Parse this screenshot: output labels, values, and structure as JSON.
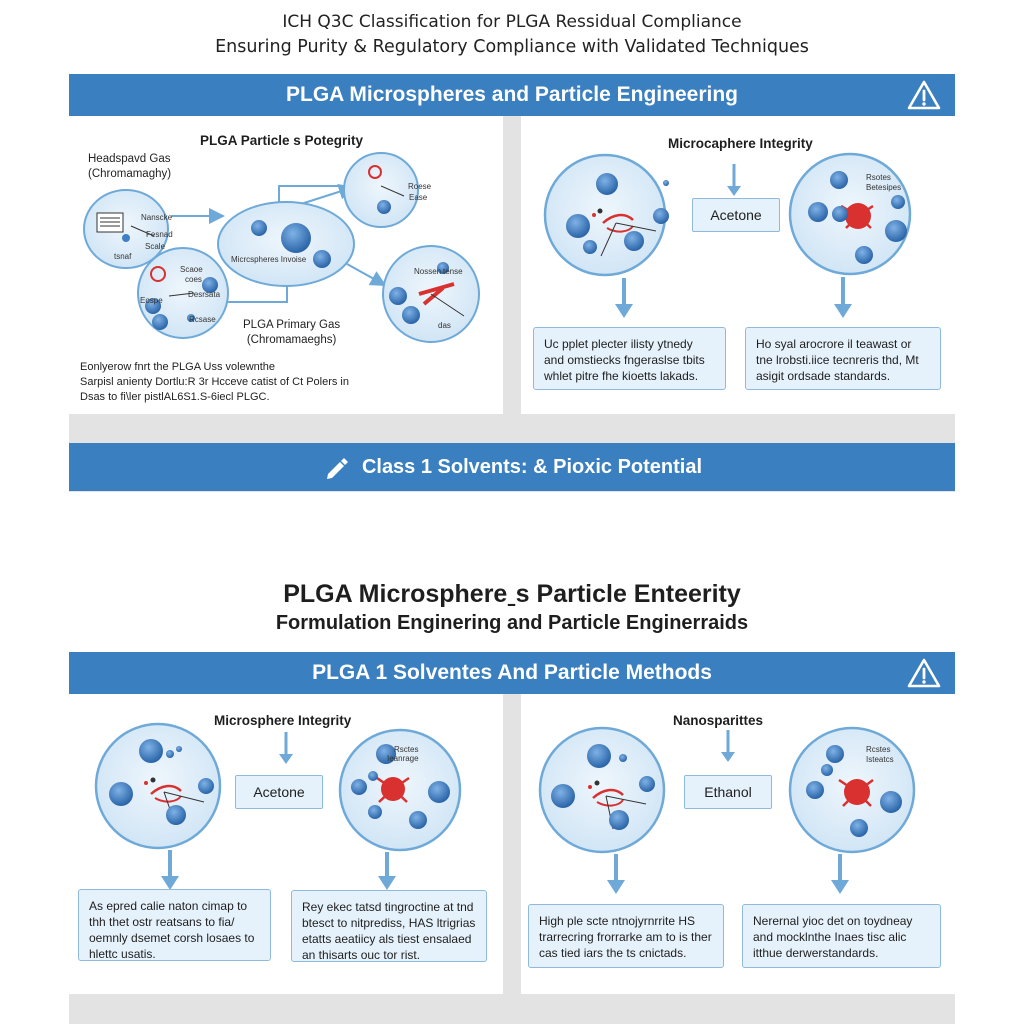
{
  "header": {
    "title": "ICH Q3C Classification for PLGA Ressidual Compliance",
    "subtitle": "Ensuring Purity & Regulatory Compliance with Validated Techniques"
  },
  "banner1": {
    "label": "PLGA Microspheres and Particle Engineering"
  },
  "panel1": {
    "heading": "PLGA Particle  s Potegrity",
    "left_label": "Headspavd Gas\n(Chromamaghy)",
    "center_label": "Micrcspheres Invoise",
    "bottom_label": "PLGA Primary Gas\n(Chromamaeghs)",
    "node_left": [
      "Nanscke",
      "Fesnad",
      "Scale",
      "tsnaf"
    ],
    "node_lower": [
      "Scaoe",
      "coes",
      "Eospe",
      "Desrsata",
      "Rcsase"
    ],
    "node_top": [
      "Roese",
      "Ease"
    ],
    "node_right": [
      "Nossen",
      "tense",
      "das"
    ],
    "footnote": "Eonlyerow fnrt the PLGA Uss volewnthe\nSarpisl anienty Dortlu:R 3r Hcceve catist of Ct Polers in\nDsas to fi\\ler pistlAL6S1.S-6iecl PLGC."
  },
  "panel2": {
    "heading": "Microcaphere Integrity",
    "center_box": "Acetone",
    "node_right": [
      "Rsotes",
      "Betesipes"
    ],
    "box_left": "Uc pplet plecter ilisty ytnedy and omstiecks fngeraslse tbits whlet pitre fhe kioetts lakads.",
    "box_right": "Ho syal arocrore il teawast or tne lrobsti.iice tecnreris thd, Mt asigit ordsade standards."
  },
  "banner2": {
    "label": "Class 1 Solvents: & Pioxic Potential"
  },
  "section2": {
    "title": "PLGA Microsphereˍs Particle Enteerity",
    "subtitle": "Formulation Enginering and Particle Enginerraids"
  },
  "banner3": {
    "label": "PLGA 1 Solventes And Particle Methods"
  },
  "panel3": {
    "heading": "Microsphere Integrity",
    "center_box": "Acetone",
    "node_right": [
      "Rsctes",
      "Ieanrage"
    ],
    "box_left": "As epred calie naton cimap to thh thet ostr reatsans to fia/ oemnly dsemet corsh losaes to hlettc usatis.",
    "box_right": "Rey ekec tatsd tingroctine at tnd btesct to nitprediss, HAS ltrigrias etatts aeatiicy als tiest ensalaed an thisarts ouc tor rist."
  },
  "panel4": {
    "heading": "Nanosparittes",
    "center_box": "Ethanol",
    "node_right": [
      "Rcstes",
      "Isteatcs"
    ],
    "box_left": "High ple scte ntnojyrnrrite HS trarrecring frorrarke am to is ther cas tied iars the ts cnictads.",
    "box_right": "Nerernal yioc det on toydneay and mocklnthe Inaes tisc alic itthue derwerstandards."
  },
  "colors": {
    "banner": "#3a7fbf",
    "box_fill": "#e6f2fb",
    "box_border": "#8fb9dd",
    "sphere_blue": "#3f7fc6",
    "accent_red": "#d93030",
    "arrow": "#6ea9d8"
  }
}
